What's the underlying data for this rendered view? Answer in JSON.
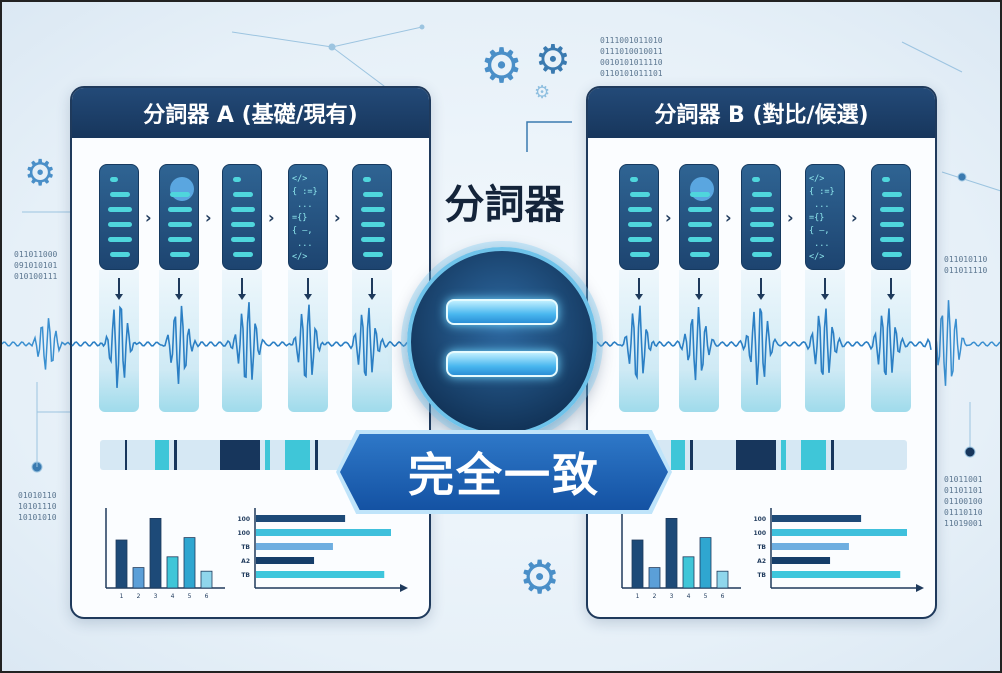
{
  "center": {
    "title": "分詞器",
    "result_label": "完全一致",
    "equals_icon": "equals-icon"
  },
  "panels": [
    {
      "title": "分詞器 A (基礎/現有)"
    },
    {
      "title": "分詞器 B (對比/候選)"
    }
  ],
  "card_code": "</>\n{ :=}\n ...\n={}\n{ —,\n ...\n</>",
  "binary": {
    "top_right": "0111001011010\n0111010010011\n0010101011110\n0110101011101",
    "left_upper": "011011000\n091010101\n010100111",
    "left_lower": "01010110\n10101110\n10101010",
    "right_upper": "011010110\n011011110",
    "right_lower": "01011001\n01101101\n01100100\n01110110\n11019001"
  },
  "mini_charts": {
    "bar": {
      "categories": [
        "1",
        "2",
        "3",
        "4",
        "5",
        "6"
      ],
      "values": [
        40,
        17,
        58,
        26,
        42,
        14
      ],
      "colors": [
        "#1d4a78",
        "#5b9fd8",
        "#1d4a78",
        "#3fc6d8",
        "#2fa6d0",
        "#8fd6ec"
      ]
    },
    "hbar": {
      "categories": [
        "100",
        "100",
        "TB",
        "A2",
        "TB"
      ],
      "values": [
        0.66,
        1.0,
        0.57,
        0.43,
        0.95
      ],
      "colors": [
        "#1d4a78",
        "#3fc0dc",
        "#6eaee0",
        "#163e6a",
        "#3ec6dc"
      ]
    }
  },
  "colors": {
    "navy": "#1f3a5c",
    "accent": "#1452a3",
    "teal": "#4fd6dc"
  }
}
